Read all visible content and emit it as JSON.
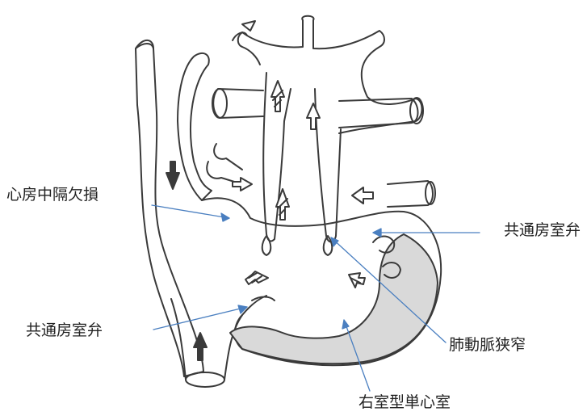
{
  "labels": {
    "atrial_septal_defect": "心房中隔欠損",
    "common_av_valve_right": "共通房室弁",
    "common_av_valve_left": "共通房室弁",
    "pulmonary_stenosis": "肺動脈狭窄",
    "single_right_ventricle": "右室型単心室"
  },
  "colors": {
    "pointer_line": "#4a7fc0",
    "sketch_stroke": "#3a3a3a",
    "wall_fill": "#d9d9d9"
  }
}
